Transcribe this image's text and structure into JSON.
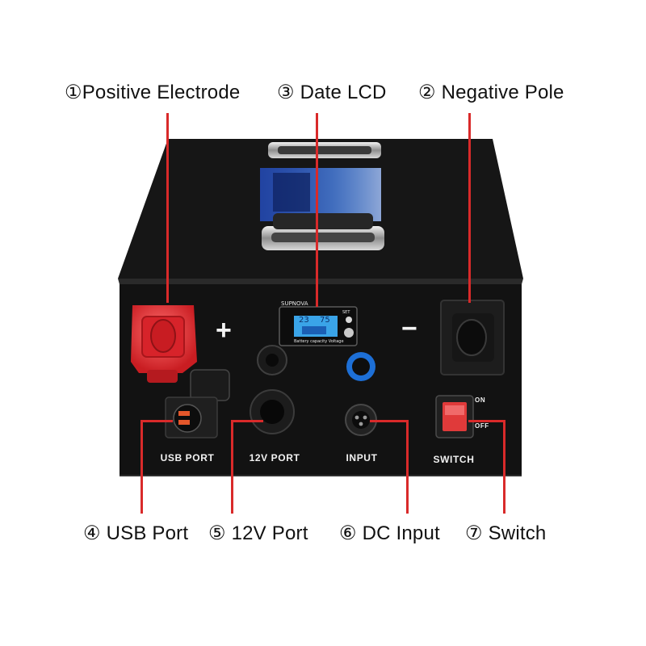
{
  "callouts": {
    "positive": "①Positive Electrode",
    "lcd": "③ Date LCD",
    "negative": "② Negative Pole",
    "usb": "④ USB Port",
    "port12v": "⑤ 12V Port",
    "dc": "⑥ DC Input",
    "switch": "⑦ Switch"
  },
  "panel": {
    "plus_symbol": "+",
    "minus_symbol": "−",
    "usb_label": "USB PORT",
    "port12v_label": "12V PORT",
    "input_label": "INPUT",
    "switch_label": "SWITCH",
    "switch_on": "ON",
    "switch_off": "OFF"
  },
  "lcd": {
    "brand": "SUPNOVA",
    "temperature": "23",
    "percent": "75",
    "caption": "Battery capacity Voltage",
    "button_label": "SET"
  },
  "colors": {
    "leader": "#d92a2a",
    "case": "#151515",
    "positive_terminal": "#e0262c",
    "negative_terminal": "#1a1a1a",
    "lcd_screen": "#3aa4e8",
    "input_ring": "#1d6fd6",
    "switch_rocker": "#e03a3a"
  }
}
